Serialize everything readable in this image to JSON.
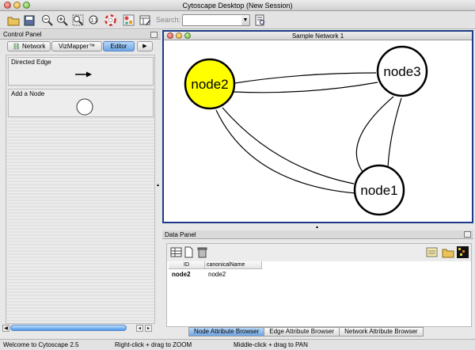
{
  "window": {
    "title": "Cytoscape Desktop (New Session)"
  },
  "toolbar": {
    "search_label": "Search:",
    "search_value": ""
  },
  "control_panel": {
    "title": "Control Panel",
    "tabs": [
      "Network",
      "VizMapper™",
      "Editor"
    ],
    "active_tab": "Editor",
    "groups": [
      {
        "title": "Directed Edge"
      },
      {
        "title": "Add a Node"
      }
    ]
  },
  "network_window": {
    "title": "Sample Network 1",
    "nodes": [
      {
        "label": "node2",
        "selected": true
      },
      {
        "label": "node3",
        "selected": false
      },
      {
        "label": "node1",
        "selected": false
      }
    ],
    "colors": {
      "selected_node": "#ffff00",
      "node": "#ffffff",
      "border": "#1d3b8a"
    }
  },
  "data_panel": {
    "title": "Data Panel",
    "columns": [
      "ID",
      "canonicalName"
    ],
    "rows": [
      {
        "id": "node2",
        "canonicalName": "node2"
      }
    ],
    "tabs": [
      "Node Attribute Browser",
      "Edge Attribute Browser",
      "Network Attribute Browser"
    ],
    "active_tab": "Node Attribute Browser"
  },
  "status": {
    "message": "Welcome to Cytoscape 2.5",
    "zoom_hint": "Right-click + drag  to  ZOOM",
    "pan_hint": "Middle-click + drag  to  PAN"
  }
}
